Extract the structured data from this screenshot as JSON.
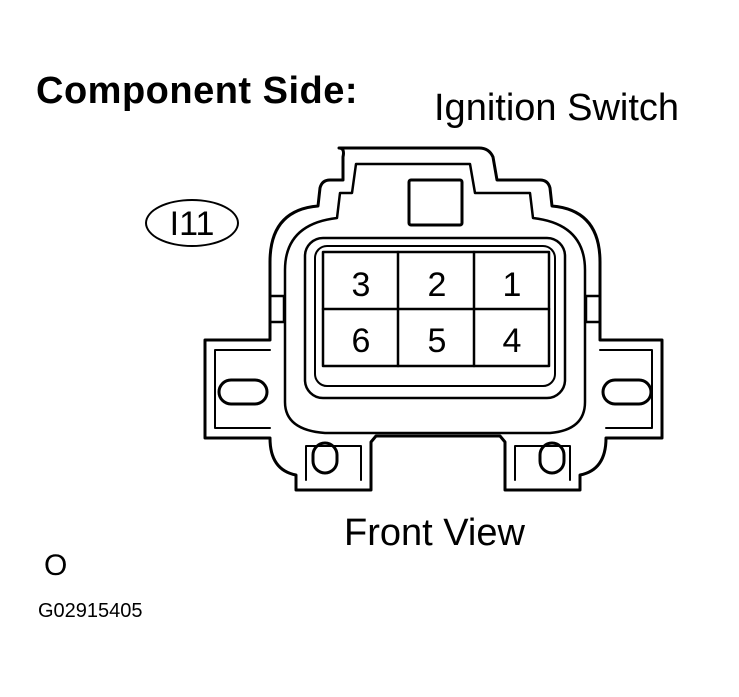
{
  "heading": "Component Side:",
  "component_name": "Ignition Switch",
  "connector_code": "I11",
  "pins": {
    "top_row": [
      "3",
      "2",
      "1"
    ],
    "bottom_row": [
      "6",
      "5",
      "4"
    ]
  },
  "view_label": "Front View",
  "note_mark": "O",
  "figure_code": "G02915405"
}
